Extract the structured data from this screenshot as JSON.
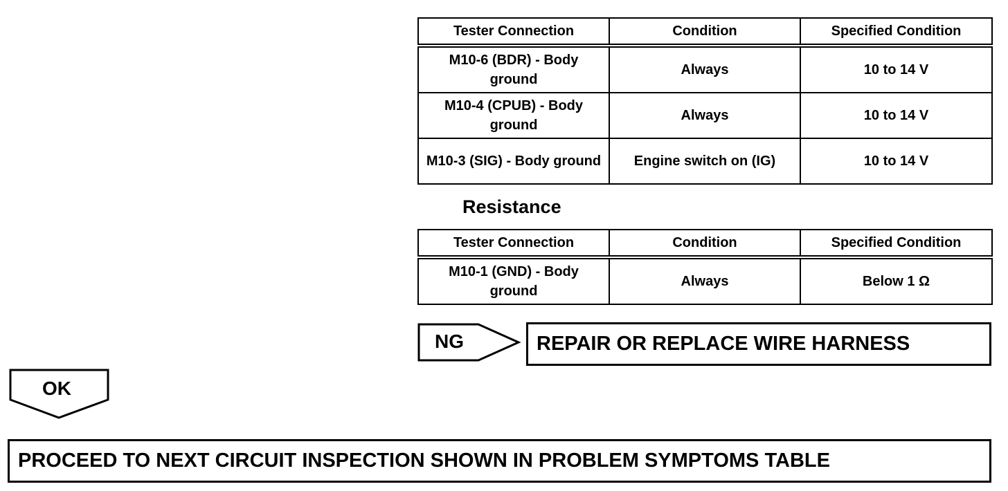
{
  "voltage_table": {
    "headers": [
      "Tester Connection",
      "Condition",
      "Specified Condition"
    ],
    "rows": [
      [
        "M10-6 (BDR) - Body ground",
        "Always",
        "10 to 14 V"
      ],
      [
        "M10-4 (CPUB) - Body ground",
        "Always",
        "10 to 14 V"
      ],
      [
        "M10-3 (SIG) - Body ground",
        "Engine switch on (IG)",
        "10 to 14 V"
      ]
    ]
  },
  "resistance": {
    "heading": "Resistance",
    "headers": [
      "Tester Connection",
      "Condition",
      "Specified Condition"
    ],
    "rows": [
      [
        "M10-1 (GND) - Body ground",
        "Always",
        "Below 1 Ω"
      ]
    ]
  },
  "ng": {
    "label": "NG",
    "result": "REPAIR OR REPLACE WIRE HARNESS"
  },
  "ok": {
    "label": "OK",
    "result": "PROCEED TO NEXT CIRCUIT INSPECTION SHOWN IN PROBLEM SYMPTOMS TABLE"
  }
}
